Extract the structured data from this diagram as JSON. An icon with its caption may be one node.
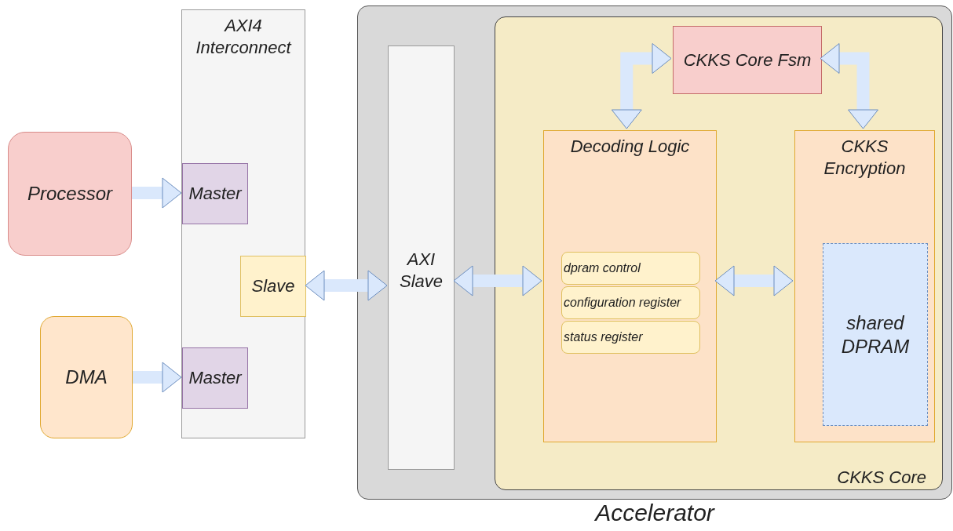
{
  "diagram": {
    "nodes": [
      {
        "text": [
          "Processor"
        ]
      },
      {
        "text": [
          "DMA"
        ]
      },
      {
        "text": [
          "AXI4 Interconnect"
        ]
      },
      {
        "text": [
          "Master"
        ],
        "in": 2
      },
      {
        "text": [
          "Slave"
        ],
        "in": 2
      },
      {
        "text": [
          "Master"
        ],
        "in": 2
      },
      {
        "text": [
          "Accelerator"
        ]
      },
      {
        "text": [
          "AXI Slave"
        ],
        "in": 6
      },
      {
        "text": [
          "CKKS Core"
        ],
        "in": 6
      },
      {
        "text": [
          "CKKS Core Fsm"
        ],
        "in": 8
      },
      {
        "text": [
          "Decoding Logic"
        ],
        "in": 8
      },
      {
        "text": [
          "dpram control"
        ],
        "in": 10
      },
      {
        "text": [
          "configuration register"
        ],
        "in": 10
      },
      {
        "text": [
          "status register"
        ],
        "in": 10
      },
      {
        "text": [
          "CKKS Encryption"
        ],
        "in": 8
      },
      {
        "text": [
          "shared DPRAM"
        ],
        "in": 14
      }
    ],
    "edges": [
      {
        "from": 0,
        "to": 3,
        "arrow": "to"
      },
      {
        "from": 1,
        "to": 5,
        "arrow": "to"
      },
      {
        "from": 4,
        "to": 7,
        "arrow": "both"
      },
      {
        "from": 7,
        "to": 10,
        "arrow": "both"
      },
      {
        "from": 10,
        "to": 14,
        "arrow": "both"
      },
      {
        "from": 9,
        "to": 10,
        "arrow": "both"
      },
      {
        "from": 9,
        "to": 14,
        "arrow": "both"
      }
    ]
  }
}
